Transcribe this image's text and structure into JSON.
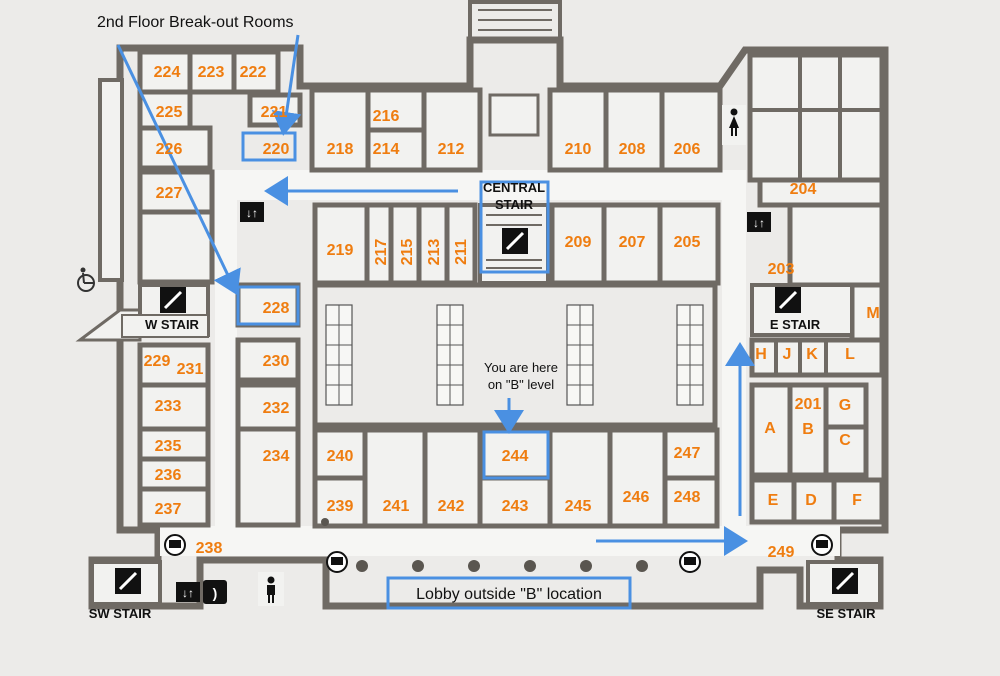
{
  "callouts": {
    "breakout_title": "2nd Floor Break-out Rooms",
    "here_line1": "You are here",
    "here_line2": "on \"B\" level",
    "lobby": "Lobby outside \"B\" location"
  },
  "stairs": {
    "central_line1": "CENTRAL",
    "central_line2": "STAIR",
    "west": "W STAIR",
    "east": "E STAIR",
    "southwest": "SW STAIR",
    "southeast": "SE STAIR"
  },
  "rooms": {
    "r224": "224",
    "r223": "223",
    "r222": "222",
    "r225": "225",
    "r221": "221",
    "r226": "226",
    "r220": "220",
    "r227": "227",
    "r218": "218",
    "r216": "216",
    "r214": "214",
    "r212": "212",
    "r210": "210",
    "r208": "208",
    "r206": "206",
    "r204": "204",
    "r219": "219",
    "r217": "217",
    "r215": "215",
    "r213": "213",
    "r211": "211",
    "r209": "209",
    "r207": "207",
    "r205": "205",
    "r203": "203",
    "rM": "M",
    "r228": "228",
    "r230": "230",
    "r229": "229",
    "r231": "231",
    "r233": "233",
    "r232": "232",
    "r235": "235",
    "r236": "236",
    "r237": "237",
    "r234": "234",
    "r240": "240",
    "r239": "239",
    "r241": "241",
    "r242": "242",
    "r244": "244",
    "r243": "243",
    "r245": "245",
    "r246": "246",
    "r247": "247",
    "r248": "248",
    "r238": "238",
    "r249": "249",
    "rH": "H",
    "rJ": "J",
    "rK": "K",
    "rL": "L",
    "rA": "A",
    "r201": "201",
    "rB": "B",
    "rG": "G",
    "rC": "C",
    "rE": "E",
    "rD": "D",
    "rF": "F"
  },
  "colors": {
    "room_number": "#ef7d10",
    "highlight": "#4a90e2",
    "wall": "#6f6a64",
    "background": "#ecebe9"
  },
  "icons": [
    "elevator-icon",
    "wheelchair-icon",
    "restroom-woman-icon",
    "restroom-man-icon",
    "payphone-icon",
    "computer-terminal-icon",
    "stair-icon"
  ]
}
